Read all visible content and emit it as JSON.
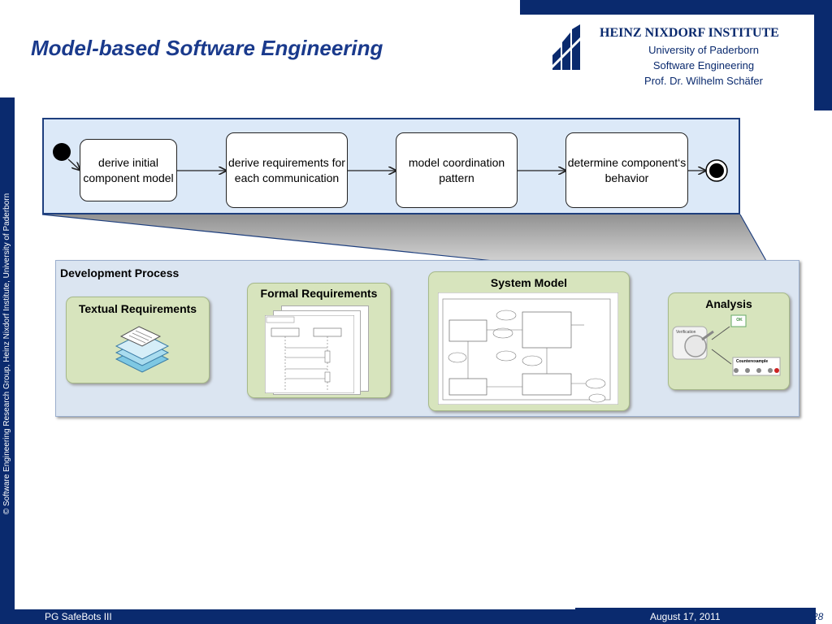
{
  "header": {
    "title": "Model-based Software Engineering",
    "institute_name": "HEINZ NIXDORF INSTITUTE",
    "institute_lines": [
      "University of Paderborn",
      "Software Engineering",
      "Prof. Dr. Wilhelm Schäfer"
    ]
  },
  "sidebar": {
    "copyright": "© Software Engineering Research Group, Heinz Nixdorf Institute, University of Paderborn"
  },
  "activity": {
    "steps": [
      "derive initial component model",
      "derive requirements for each communication",
      "model coordination pattern",
      "determine component‘s behavior"
    ]
  },
  "process": {
    "title": "Development Process",
    "textual": "Textual Requirements",
    "formal": "Formal Requirements",
    "system": "System Model",
    "analysis": "Analysis",
    "analysis_ok": "OK",
    "analysis_verification": "Verification",
    "analysis_counterexample": "Counterexample"
  },
  "footer": {
    "left": "PG SafeBots III",
    "date": "August 17, 2011",
    "page": "28"
  },
  "colors": {
    "navy": "#0a2a6e",
    "title_blue": "#1a3a8c",
    "panel_blue": "#dce9f8",
    "green_box": "#d7e4bd"
  }
}
